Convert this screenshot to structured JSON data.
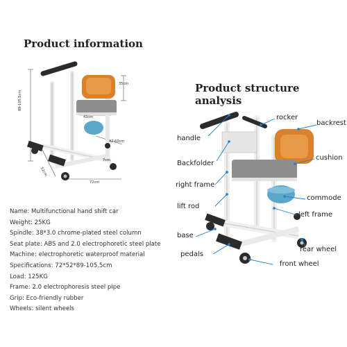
{
  "left_title": "Product information",
  "right_title": "Product structure analysis",
  "dimensions": {
    "height": "89-105.5cm",
    "backrest": "35cm",
    "seat_width": "43cm",
    "seat_depth": "42-60cm",
    "wheel": "7cm",
    "width": "52cm",
    "length": "72cm"
  },
  "specs": [
    "Name: Multifunctional hand shift car",
    "Weight: 25KG",
    "Spindle: 38*3.0 chrome-plated steel column",
    "Seat plate: ABS and 2.0 electrophoretic steel plate",
    "Machine: electrophoretic waterproof material",
    "Specifications: 72*52*89-105.5cm",
    "Load: 125KG",
    "Frame: 2.0 electrophoresis steel pipe",
    "Grip: Eco-friendly rubber",
    "Wheels: silent wheels"
  ],
  "labels": {
    "handle": "handle",
    "rocker": "rocker",
    "backrest": "backrest",
    "backfolder": "Backfolder",
    "cushion": "cushion",
    "right_frame": "right frame",
    "commode": "commode",
    "lift_rod": "lift rod",
    "left_frame": "left frame",
    "base": "base",
    "rear_wheel": "rear wheel",
    "pedals": "pedals",
    "front_wheel": "front wheel"
  },
  "colors": {
    "backrest": "#d9822b",
    "seat": "#8e8e8e",
    "frame": "#f2f2f2",
    "commode": "#5aa7c9",
    "dark": "#2b2b2b"
  }
}
